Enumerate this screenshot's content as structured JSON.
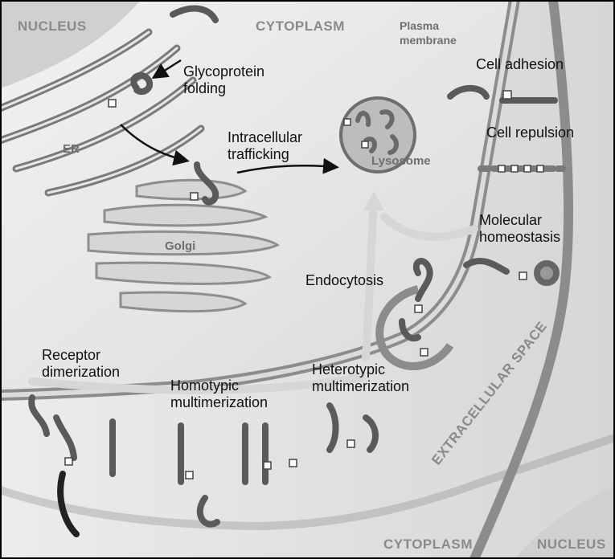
{
  "regions": {
    "nucleus_top": "NUCLEUS",
    "cytoplasm_top": "CYTOPLASM",
    "cytoplasm_bottom": "CYTOPLASM",
    "nucleus_bottom": "NUCLEUS",
    "extracellular": "EXTRACELLULAR SPACE",
    "plasma_membrane_line1": "Plasma",
    "plasma_membrane_line2": "membrane"
  },
  "organelles": {
    "er": "ER",
    "golgi": "Golgi",
    "lysosome": "Lysosome"
  },
  "processes": {
    "glycoprotein_folding_1": "Glycoprotein",
    "glycoprotein_folding_2": "folding",
    "intracellular_trafficking_1": "Intracellular",
    "intracellular_trafficking_2": "trafficking",
    "cell_adhesion": "Cell adhesion",
    "cell_repulsion": "Cell repulsion",
    "molecular_homeostasis_1": "Molecular",
    "molecular_homeostasis_2": "homeostasis",
    "endocytosis": "Endocytosis",
    "receptor_dimerization_1": "Receptor",
    "receptor_dimerization_2": "dimerization",
    "homotypic_multimerization_1": "Homotypic",
    "homotypic_multimerization_2": "multimerization",
    "heterotypic_multimerization_1": "Heterotypic",
    "heterotypic_multimerization_2": "multimerization"
  },
  "colors": {
    "cytoplasm": "#e9e9e9",
    "nucleus": "#d3d3d3",
    "membrane": "#8c8c8c",
    "protein_dark": "#555555",
    "protein_light": "#9a9a9a",
    "glycan": "#ffffff",
    "arrow_black": "#111111",
    "arrow_light": "#d8d8d8"
  }
}
